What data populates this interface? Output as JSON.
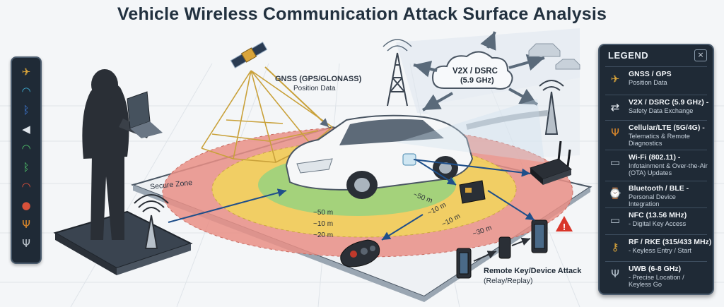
{
  "title": "Vehicle Wireless Communication Attack Surface Analysis",
  "labels": {
    "gnss": "GNSS (GPS/GLONASS)",
    "gnss_sub": "Position Data",
    "v2x": "V2X / DSRC",
    "v2x_sub": "(5.9 GHz)",
    "secure_zone": "Secure Zone",
    "remote_attack": "Remote Key/Device Attack",
    "remote_attack_sub": "(Relay/Replay)"
  },
  "range_labels": [
    "~50 m",
    "~10 m",
    "~20 m",
    "~50 m",
    "~10 m",
    "~10 m",
    "~30 m"
  ],
  "toolbar": [
    {
      "icon": "satellite-icon",
      "glyph": "✈",
      "color": "#d9a43a"
    },
    {
      "icon": "wifi-icon",
      "glyph": "◠",
      "color": "#3fb0d8"
    },
    {
      "icon": "bluetooth-icon",
      "glyph": "ᛒ",
      "color": "#3f7ad8"
    },
    {
      "icon": "speaker-icon",
      "glyph": "◀",
      "color": "#e0e6ec"
    },
    {
      "icon": "wifi-green-icon",
      "glyph": "◠",
      "color": "#4fc06a"
    },
    {
      "icon": "bluetooth-green-icon",
      "glyph": "ᛒ",
      "color": "#4fc06a"
    },
    {
      "icon": "wifi-red-icon",
      "glyph": "◠",
      "color": "#e0503a"
    },
    {
      "icon": "key-fob-icon",
      "glyph": "●",
      "color": "#d8513a"
    },
    {
      "icon": "antenna-orange-icon",
      "glyph": "Ψ",
      "color": "#e08a2a"
    },
    {
      "icon": "antenna-gray-icon",
      "glyph": "Ψ",
      "color": "#c0c8d0"
    }
  ],
  "legend": {
    "title": "LEGEND",
    "close": "×",
    "items": [
      {
        "icon": "satellite-icon",
        "glyph": "✈",
        "color": "#d9a43a",
        "name": "GNSS / GPS",
        "desc": "Position Data"
      },
      {
        "icon": "v2x-exchange-icon",
        "glyph": "⇄",
        "color": "#e8eef4",
        "name": "V2X / DSRC (5.9 GHz) -",
        "desc": "Safety Data Exchange"
      },
      {
        "icon": "cell-tower-icon",
        "glyph": "Ψ",
        "color": "#e08a2a",
        "name": "Cellular/LTE (5G/4G) -",
        "desc": "Telematics & Remote Diagnostics"
      },
      {
        "icon": "router-icon",
        "glyph": "▭",
        "color": "#b8c4d0",
        "name": "Wi-Fi (802.11) -",
        "desc": "Infotainment & Over-the-Air (OTA) Updates"
      },
      {
        "icon": "smartwatch-icon",
        "glyph": "⌚",
        "color": "#b8c4d0",
        "name": "Bluetooth / BLE -",
        "desc": "Personal Device Integration"
      },
      {
        "icon": "nfc-card-icon",
        "glyph": "▭",
        "color": "#b8c4d0",
        "name": "NFC (13.56 MHz)",
        "desc": "- Digital Key Access"
      },
      {
        "icon": "key-icon",
        "glyph": "⚷",
        "color": "#d9a43a",
        "name": "RF / RKE (315/433 MHz)",
        "desc": "- Keyless Entry / Start"
      },
      {
        "icon": "uwb-antenna-icon",
        "glyph": "Ψ",
        "color": "#b8c4d0",
        "name": "UWB (6-8 GHz)",
        "desc": "- Precise Location / Keyless Go"
      }
    ]
  },
  "colors": {
    "outer_zone": "#e98f86",
    "mid_zone": "#f2d35e",
    "inner_zone": "#9fd27c",
    "signal_blue": "#1f4f8a",
    "gnss_gold": "#c9a13a",
    "panel": "#1f2a36"
  }
}
